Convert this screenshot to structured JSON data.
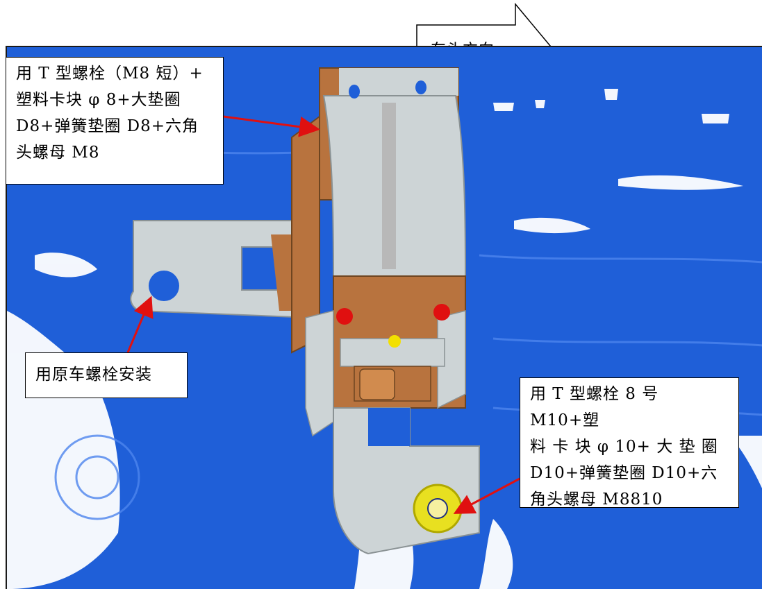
{
  "direction_arrow": {
    "label": "车头方向"
  },
  "callouts": {
    "top": {
      "text": "用 T 型螺栓（M8 短）+\n塑料卡块 φ 8+大垫圈\nD8+弹簧垫圈 D8+六角\n头螺母 M8"
    },
    "left": {
      "text": "用原车螺栓安装"
    },
    "right": {
      "text": "用 T 型螺栓 8 号 M10+塑\n料 卡 块 φ 10+ 大 垫 圈\nD10+弹簧垫圈 D10+六\n角头螺母 M8810"
    }
  },
  "colors": {
    "scan_body": "#1f5fd8",
    "bracket_grey": "#cdd4d6",
    "bracket_brown": "#b8733e",
    "marker_red": "#e01010",
    "washer_yellow": "#e8e020",
    "pointer_red": "#e01010"
  }
}
